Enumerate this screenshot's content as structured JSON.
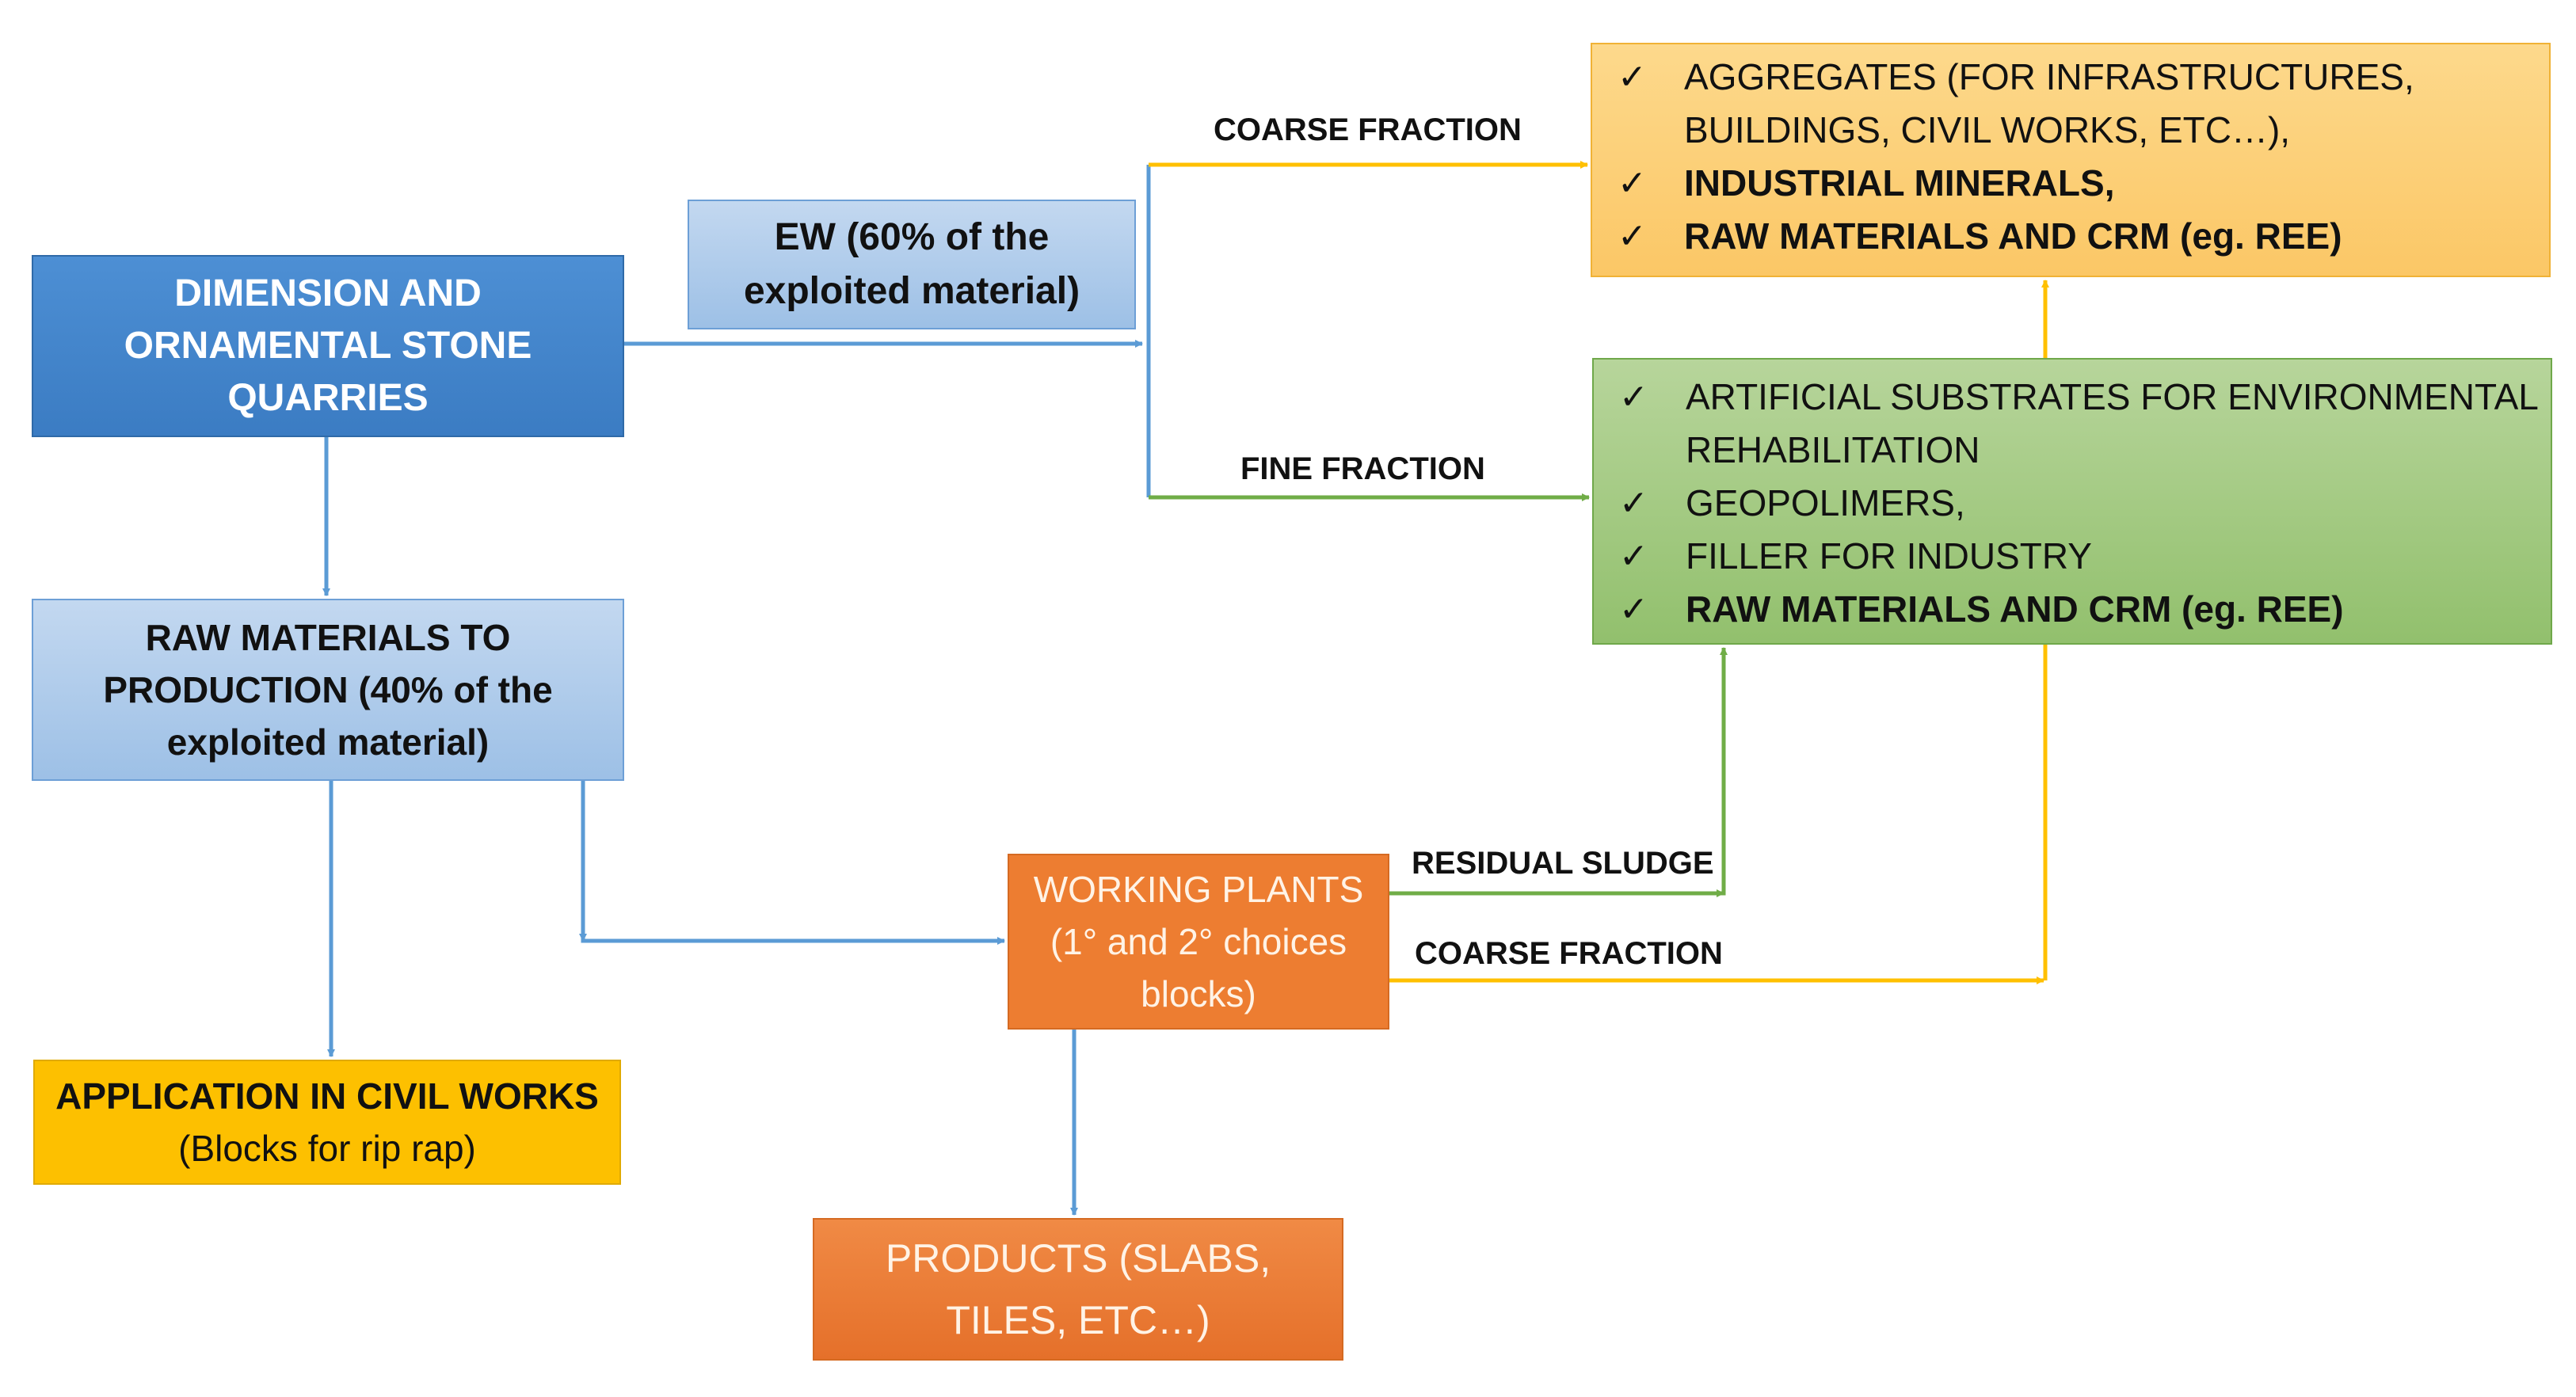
{
  "nodes": {
    "quarries": {
      "lines": [
        "DIMENSION AND",
        "ORNAMENTAL STONE",
        "QUARRIES"
      ]
    },
    "ew": {
      "lines": [
        "EW (60% of the",
        "exploited material)"
      ]
    },
    "raw": {
      "lines": [
        "RAW MATERIALS TO",
        "PRODUCTION (40% of the",
        "exploited material)"
      ]
    },
    "civil": {
      "lines": [
        "APPLICATION IN CIVIL WORKS",
        "(Blocks for rip rap)"
      ]
    },
    "plants": {
      "lines": [
        "WORKING PLANTS",
        "(1° and 2° choices",
        "blocks)"
      ]
    },
    "products": {
      "lines": [
        "PRODUCTS  (SLABS,",
        "TILES, ETC…)"
      ]
    },
    "aggregates": {
      "items": [
        {
          "text": "AGGREGATES (FOR INFRASTRUCTURES,",
          "cont": "BUILDINGS, CIVIL WORKS, ETC…),",
          "bold": false
        },
        {
          "text": "INDUSTRIAL MINERALS,",
          "bold": true
        },
        {
          "text": "RAW MATERIALS AND CRM (eg. REE)",
          "bold": true
        }
      ]
    },
    "substrates": {
      "items": [
        {
          "text": "ARTIFICIAL SUBSTRATES FOR ENVIRONMENTAL",
          "cont": "REHABILITATION",
          "bold": false
        },
        {
          "text": "GEOPOLIMERS,",
          "bold": false
        },
        {
          "text": "FILLER FOR INDUSTRY",
          "bold": false
        },
        {
          "text": "RAW MATERIALS AND CRM (eg. REE)",
          "bold": true
        }
      ]
    }
  },
  "check_symbol": "✓",
  "edges": {
    "coarse_fraction_top": "COARSE FRACTION",
    "fine_fraction": "FINE FRACTION",
    "residual_sludge": "RESIDUAL SLUDGE",
    "coarse_fraction_bottom": "COARSE FRACTION"
  },
  "colors": {
    "blue_arrow": "#5b9bd5",
    "yellow_arrow": "#ffc000",
    "green_arrow": "#70ad47"
  }
}
